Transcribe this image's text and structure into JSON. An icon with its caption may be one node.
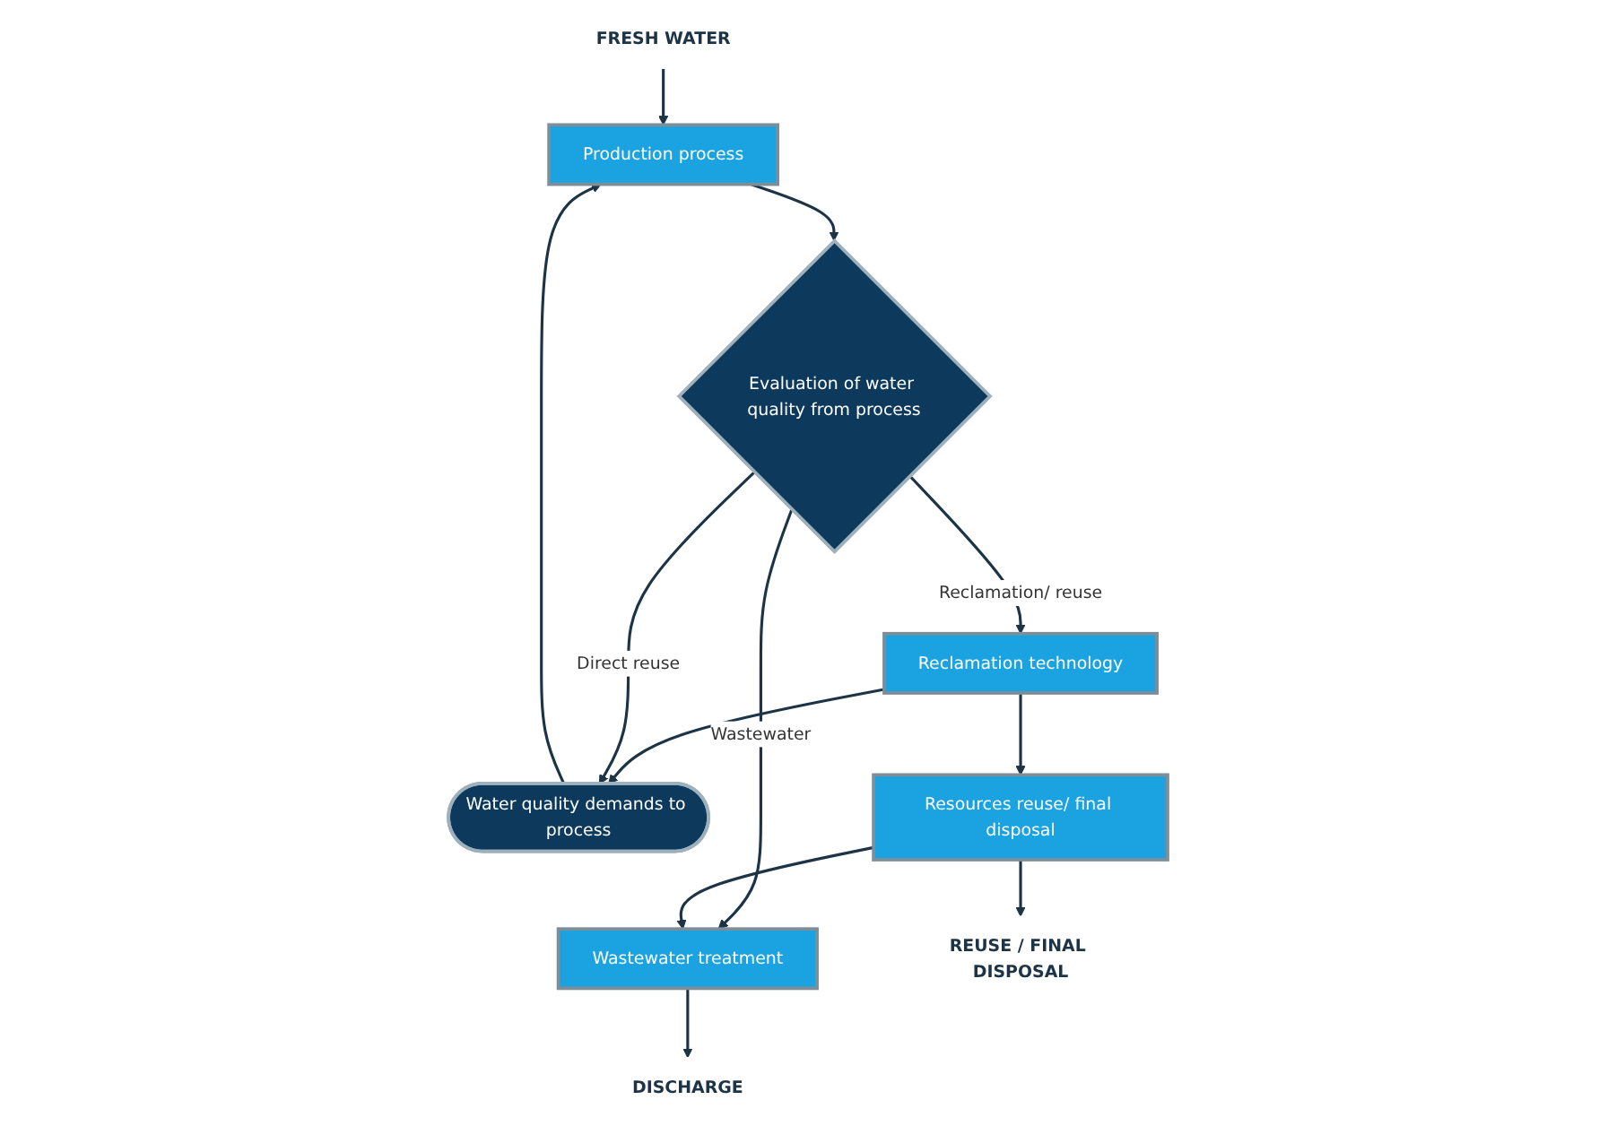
{
  "diagram": {
    "nodes": [
      {
        "text": [
          "FRESH WATER"
        ]
      },
      {
        "text": [
          "Reclamation technology"
        ]
      },
      {
        "text": [
          "Water quality demands to process"
        ]
      },
      {
        "text": [
          "Production process"
        ]
      },
      {
        "text": [
          "Evaluation of water quality from process"
        ]
      },
      {
        "text": [
          "Resources reuse/ final disposal"
        ]
      },
      {
        "text": [
          "Wastewater treatment"
        ]
      },
      {
        "text": [
          "REUSE / FINAL DISPOSAL"
        ]
      },
      {
        "text": [
          "DISCHARGE"
        ]
      }
    ],
    "edges": [
      {
        "from": 0,
        "to": 3,
        "arrow": "to"
      },
      {
        "from": 1,
        "to": 2,
        "arrow": "to"
      },
      {
        "from": 2,
        "to": 3,
        "arrow": "to"
      },
      {
        "from": 3,
        "to": 4,
        "arrow": "to"
      },
      {
        "from": 4,
        "to": 2,
        "arrow": "to",
        "label": "Direct reuse"
      },
      {
        "from": 4,
        "to": 1,
        "arrow": "to",
        "label": "Reclamation/ reuse"
      },
      {
        "from": 1,
        "to": 5,
        "arrow": "to"
      },
      {
        "from": 4,
        "to": 6,
        "arrow": "to",
        "label": "Wastewater"
      },
      {
        "from": 5,
        "to": 6,
        "arrow": "to"
      },
      {
        "from": 5,
        "to": 7,
        "arrow": "to"
      },
      {
        "from": 6,
        "to": 8,
        "arrow": "to"
      }
    ]
  }
}
